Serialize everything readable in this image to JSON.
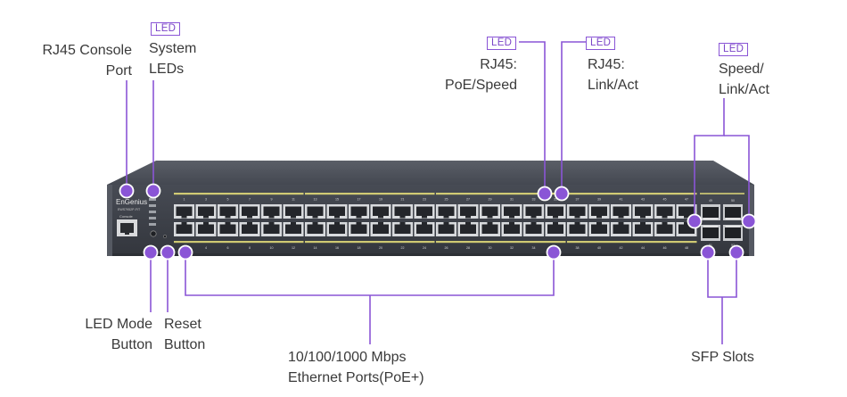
{
  "device": {
    "brand": "EnGenius",
    "model": "EWS7952P-FIT",
    "console_label": "Console",
    "port_numbers_top": [
      "1",
      "3",
      "5",
      "7",
      "9",
      "11",
      "13",
      "15",
      "17",
      "19",
      "21",
      "23",
      "25",
      "27",
      "29",
      "31",
      "33",
      "35",
      "37",
      "39",
      "41",
      "43",
      "45",
      "47"
    ],
    "port_numbers_bottom": [
      "2",
      "4",
      "6",
      "8",
      "10",
      "12",
      "14",
      "16",
      "18",
      "20",
      "22",
      "24",
      "26",
      "28",
      "30",
      "32",
      "34",
      "36",
      "38",
      "40",
      "42",
      "44",
      "46",
      "48"
    ],
    "sfp_numbers": [
      "49",
      "50",
      "51",
      "52"
    ]
  },
  "badge_text": "LED",
  "callouts": {
    "console": "RJ45 Console\nPort",
    "system_leds": "System\nLEDs",
    "poe_speed": "RJ45:\nPoE/Speed",
    "link_act": "RJ45:\nLink/Act",
    "speed_link": "Speed/\nLink/Act",
    "led_mode": "LED Mode\nButton",
    "reset": "Reset\nButton",
    "ethernet": "10/100/1000 Mbps\nEthernet Ports(PoE+)",
    "sfp": "SFP Slots"
  },
  "colors": {
    "accent": "#8a55d6",
    "chassis_top": "#4a4e57",
    "chassis_front": "#3c4049",
    "port_led_strip": "#e9e27a"
  }
}
